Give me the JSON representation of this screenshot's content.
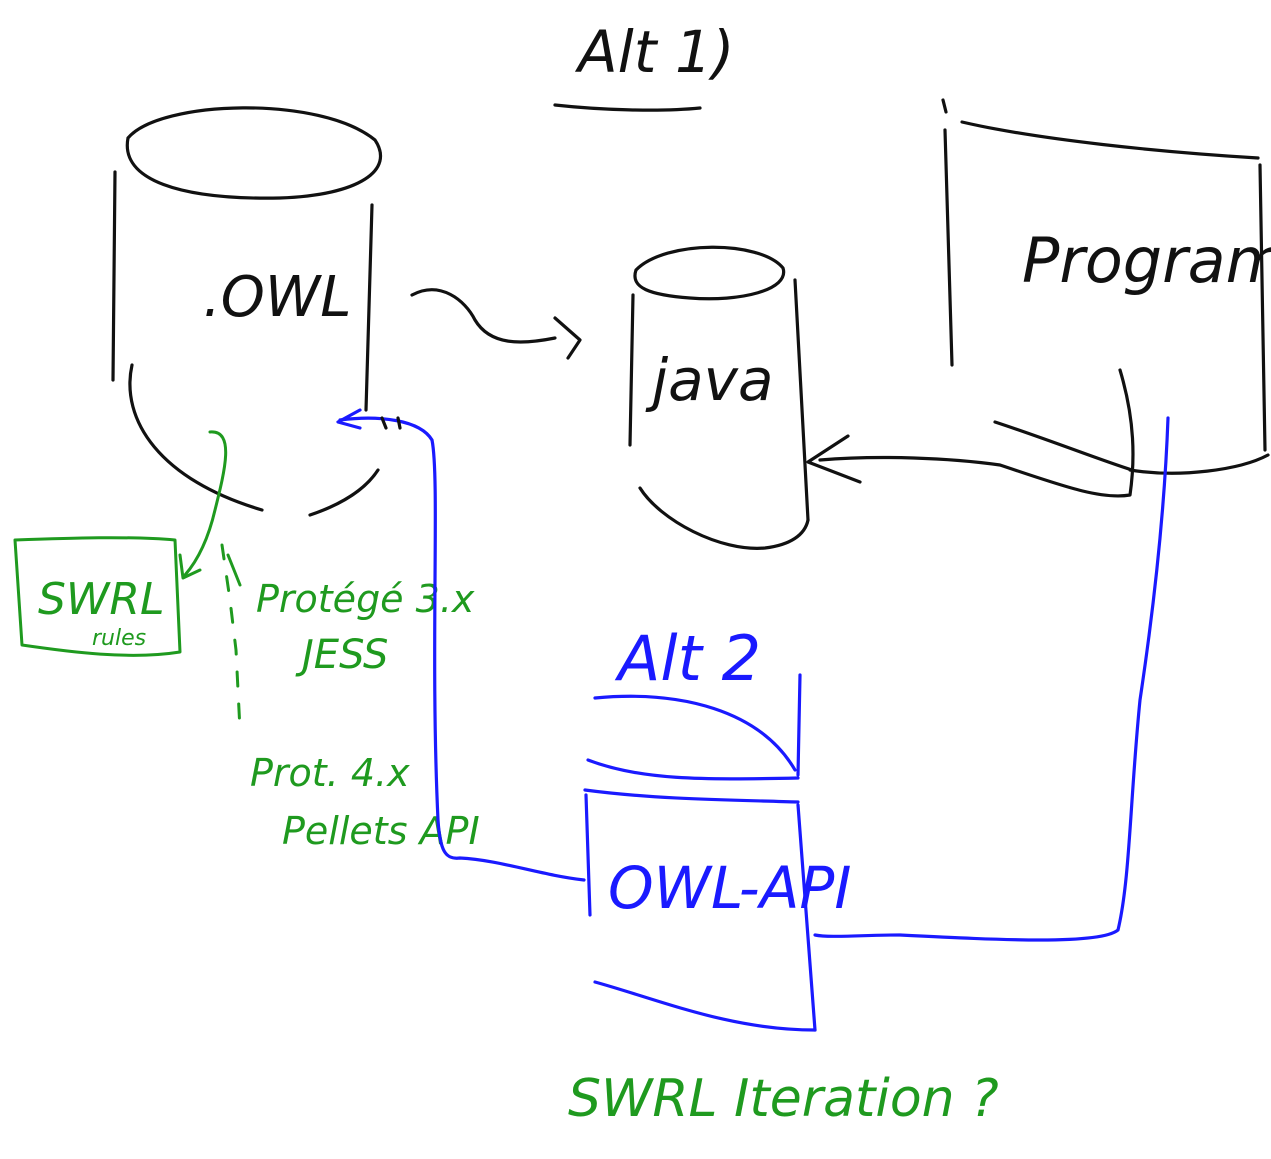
{
  "colors": {
    "black": "#111111",
    "blue": "#1a1aff",
    "green": "#1f9a1f"
  },
  "labels": {
    "alt1": "Alt 1)",
    "owl_file": ".OWL",
    "java": "java",
    "program": "Program",
    "swrl_rules_main": "SWRL",
    "swrl_rules_sub": "rules",
    "protege3_line1": "Protégé 3.x",
    "protege3_line2": "JESS",
    "protege4_line1": "Prot. 4.x",
    "protege4_line2": "Pellets API",
    "alt2": "Alt 2",
    "owl_api": "OWL-API",
    "swrl_question": "SWRL Iteration ?"
  }
}
